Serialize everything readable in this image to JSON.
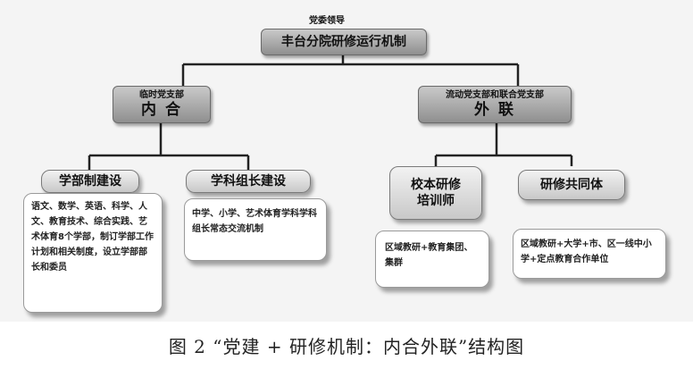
{
  "top": {
    "label": "党委领导",
    "title": "丰台分院研修运行机制"
  },
  "left_branch": {
    "label": "临时党支部",
    "title": "内 合",
    "children": [
      {
        "title": "学部制建设",
        "text": "语文、数学、英语、科学、人文、教育技术、综合实践、艺术体育8个学部，制订学部工作计划和相关制度，设立学部部长和委员"
      },
      {
        "title": "学科组长建设",
        "text": "中学、小学、艺术体育学科学科组长常态交流机制"
      }
    ]
  },
  "right_branch": {
    "label": "流动党支部和联合党支部",
    "title": "外 联",
    "children": [
      {
        "title_line1": "校本研修",
        "title_line2": "培训师",
        "text": "区域教研+教育集团、集群"
      },
      {
        "title": "研修共同体",
        "text": "区域教研+大学+市、区一线中小学+定点教育合作单位"
      }
    ]
  },
  "caption": "图 2 “党建 + 研修机制：内合外联”结构图"
}
